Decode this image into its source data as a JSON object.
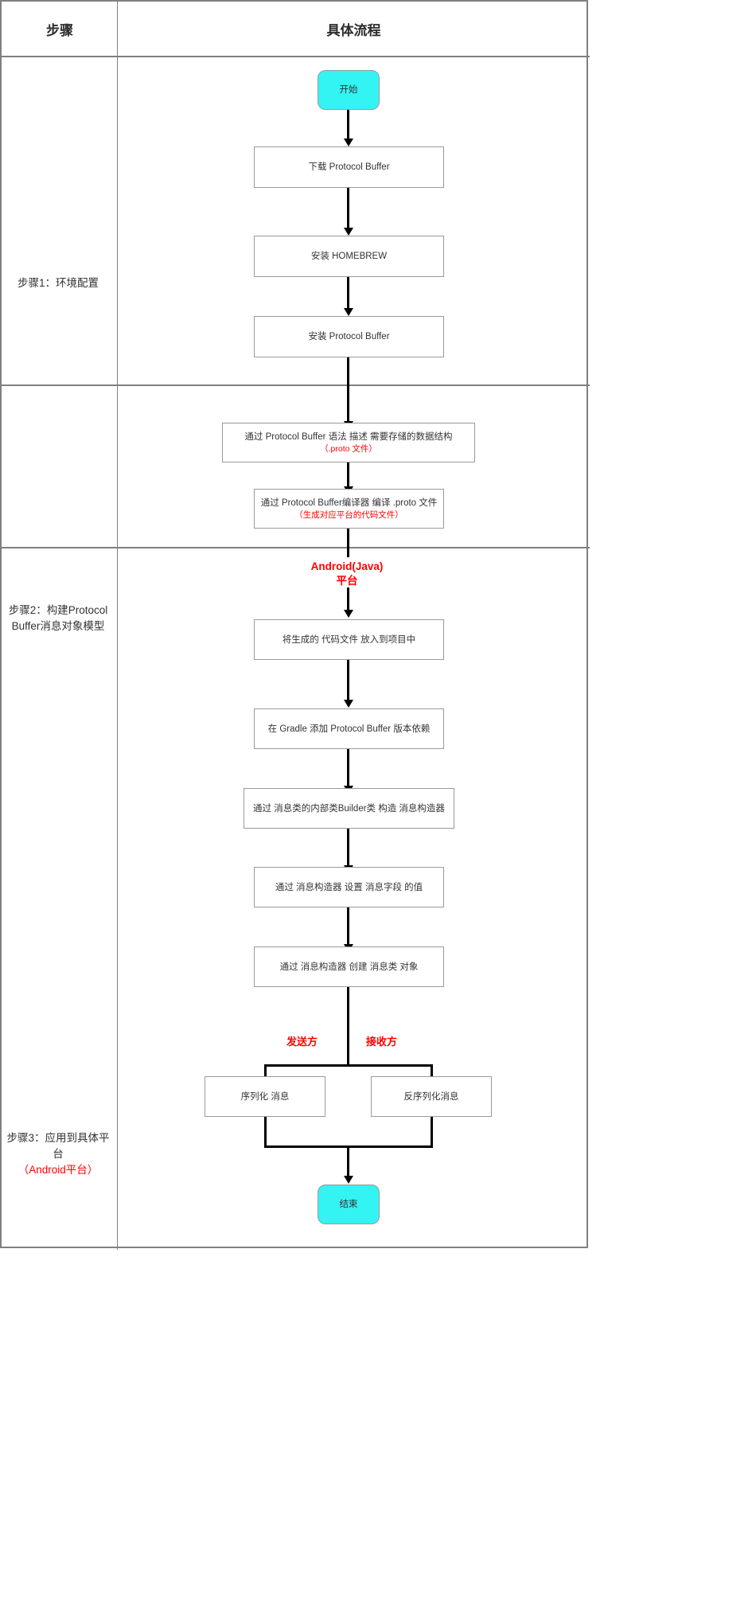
{
  "table": {
    "header": {
      "step_col": "步骤",
      "flow_col": "具体流程"
    },
    "sections": [
      {
        "label_line1": "步骤1：环境配置",
        "label_line2": "",
        "label_red": ""
      },
      {
        "label_line1": "步骤2：构建Protocol",
        "label_line2": "Buffer消息对象模型",
        "label_red": ""
      },
      {
        "label_line1": "步骤3：应用到具体平",
        "label_line2": "台",
        "label_red": "（Android平台）"
      }
    ]
  },
  "flow": {
    "start": "开始",
    "end": "结束",
    "platform_label_line1": "Android(Java)",
    "platform_label_line2": "平台",
    "branch_sender": "发送方",
    "branch_receiver": "接收方",
    "nodes": {
      "download": "下载 Protocol Buffer",
      "install_homebrew": "安装 HOMEBREW",
      "install_pb": "安装 Protocol Buffer",
      "describe_main": "通过 Protocol Buffer 语法 描述 需要存储的数据结构",
      "describe_sub": "（.proto 文件）",
      "compile_main": "通过 Protocol Buffer编译器 编译 .proto 文件",
      "compile_sub": "（生成对应平台的代码文件）",
      "put_code": "将生成的 代码文件 放入到项目中",
      "gradle_dep": "在 Gradle 添加 Protocol Buffer 版本依赖",
      "builder": "通过 消息类的内部类Builder类 构造 消息构造器",
      "set_field": "通过 消息构造器 设置 消息字段 的值",
      "create_obj": "通过 消息构造器 创建 消息类 对象",
      "serialize": "序列化 消息",
      "deserialize": "反序列化消息"
    }
  },
  "colors": {
    "terminal_fill": "#33f3f3",
    "accent_red": "#ff0000",
    "border_gray": "#9a9a9a",
    "table_border": "#808080"
  }
}
